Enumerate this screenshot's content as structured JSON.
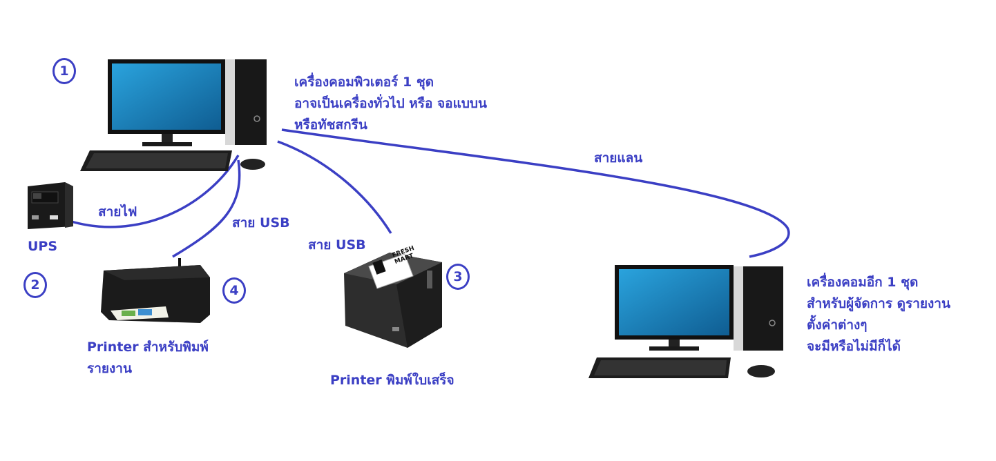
{
  "computer_main": {
    "number": "1",
    "label_lines": [
      "เครื่องคอมพิวเตอร์ 1 ชุด",
      "อาจเป็นเครื่องทั่วไป หรือ จอแบบน",
      "หรือทัชสกรีน"
    ]
  },
  "ups": {
    "number": "2",
    "label": "UPS"
  },
  "receipt_printer": {
    "number": "3",
    "label": "Printer พิมพ์ใบเสร็จ",
    "paper_text": [
      "FRESH",
      "MART"
    ]
  },
  "report_printer": {
    "number": "4",
    "label_lines": [
      "Printer สำหรับพิมพ์",
      "รายงาน"
    ]
  },
  "computer_manager": {
    "label_lines": [
      "เครื่องคอมอีก 1 ชุด",
      "สำหรับผู้จัดการ ดูรายงาน",
      "ตั้งค่าต่างๆ",
      "จะมีหรือไม่มีก็ได้"
    ]
  },
  "cables": {
    "power": "สายไฟ",
    "usb_report_printer": "สาย USB",
    "usb_receipt_printer": "สาย USB",
    "lan": "สายแลน"
  },
  "colors": {
    "annotation": "#3b3fc4",
    "screen": "#1f8fc8",
    "device_body": "#1c1c1c"
  }
}
